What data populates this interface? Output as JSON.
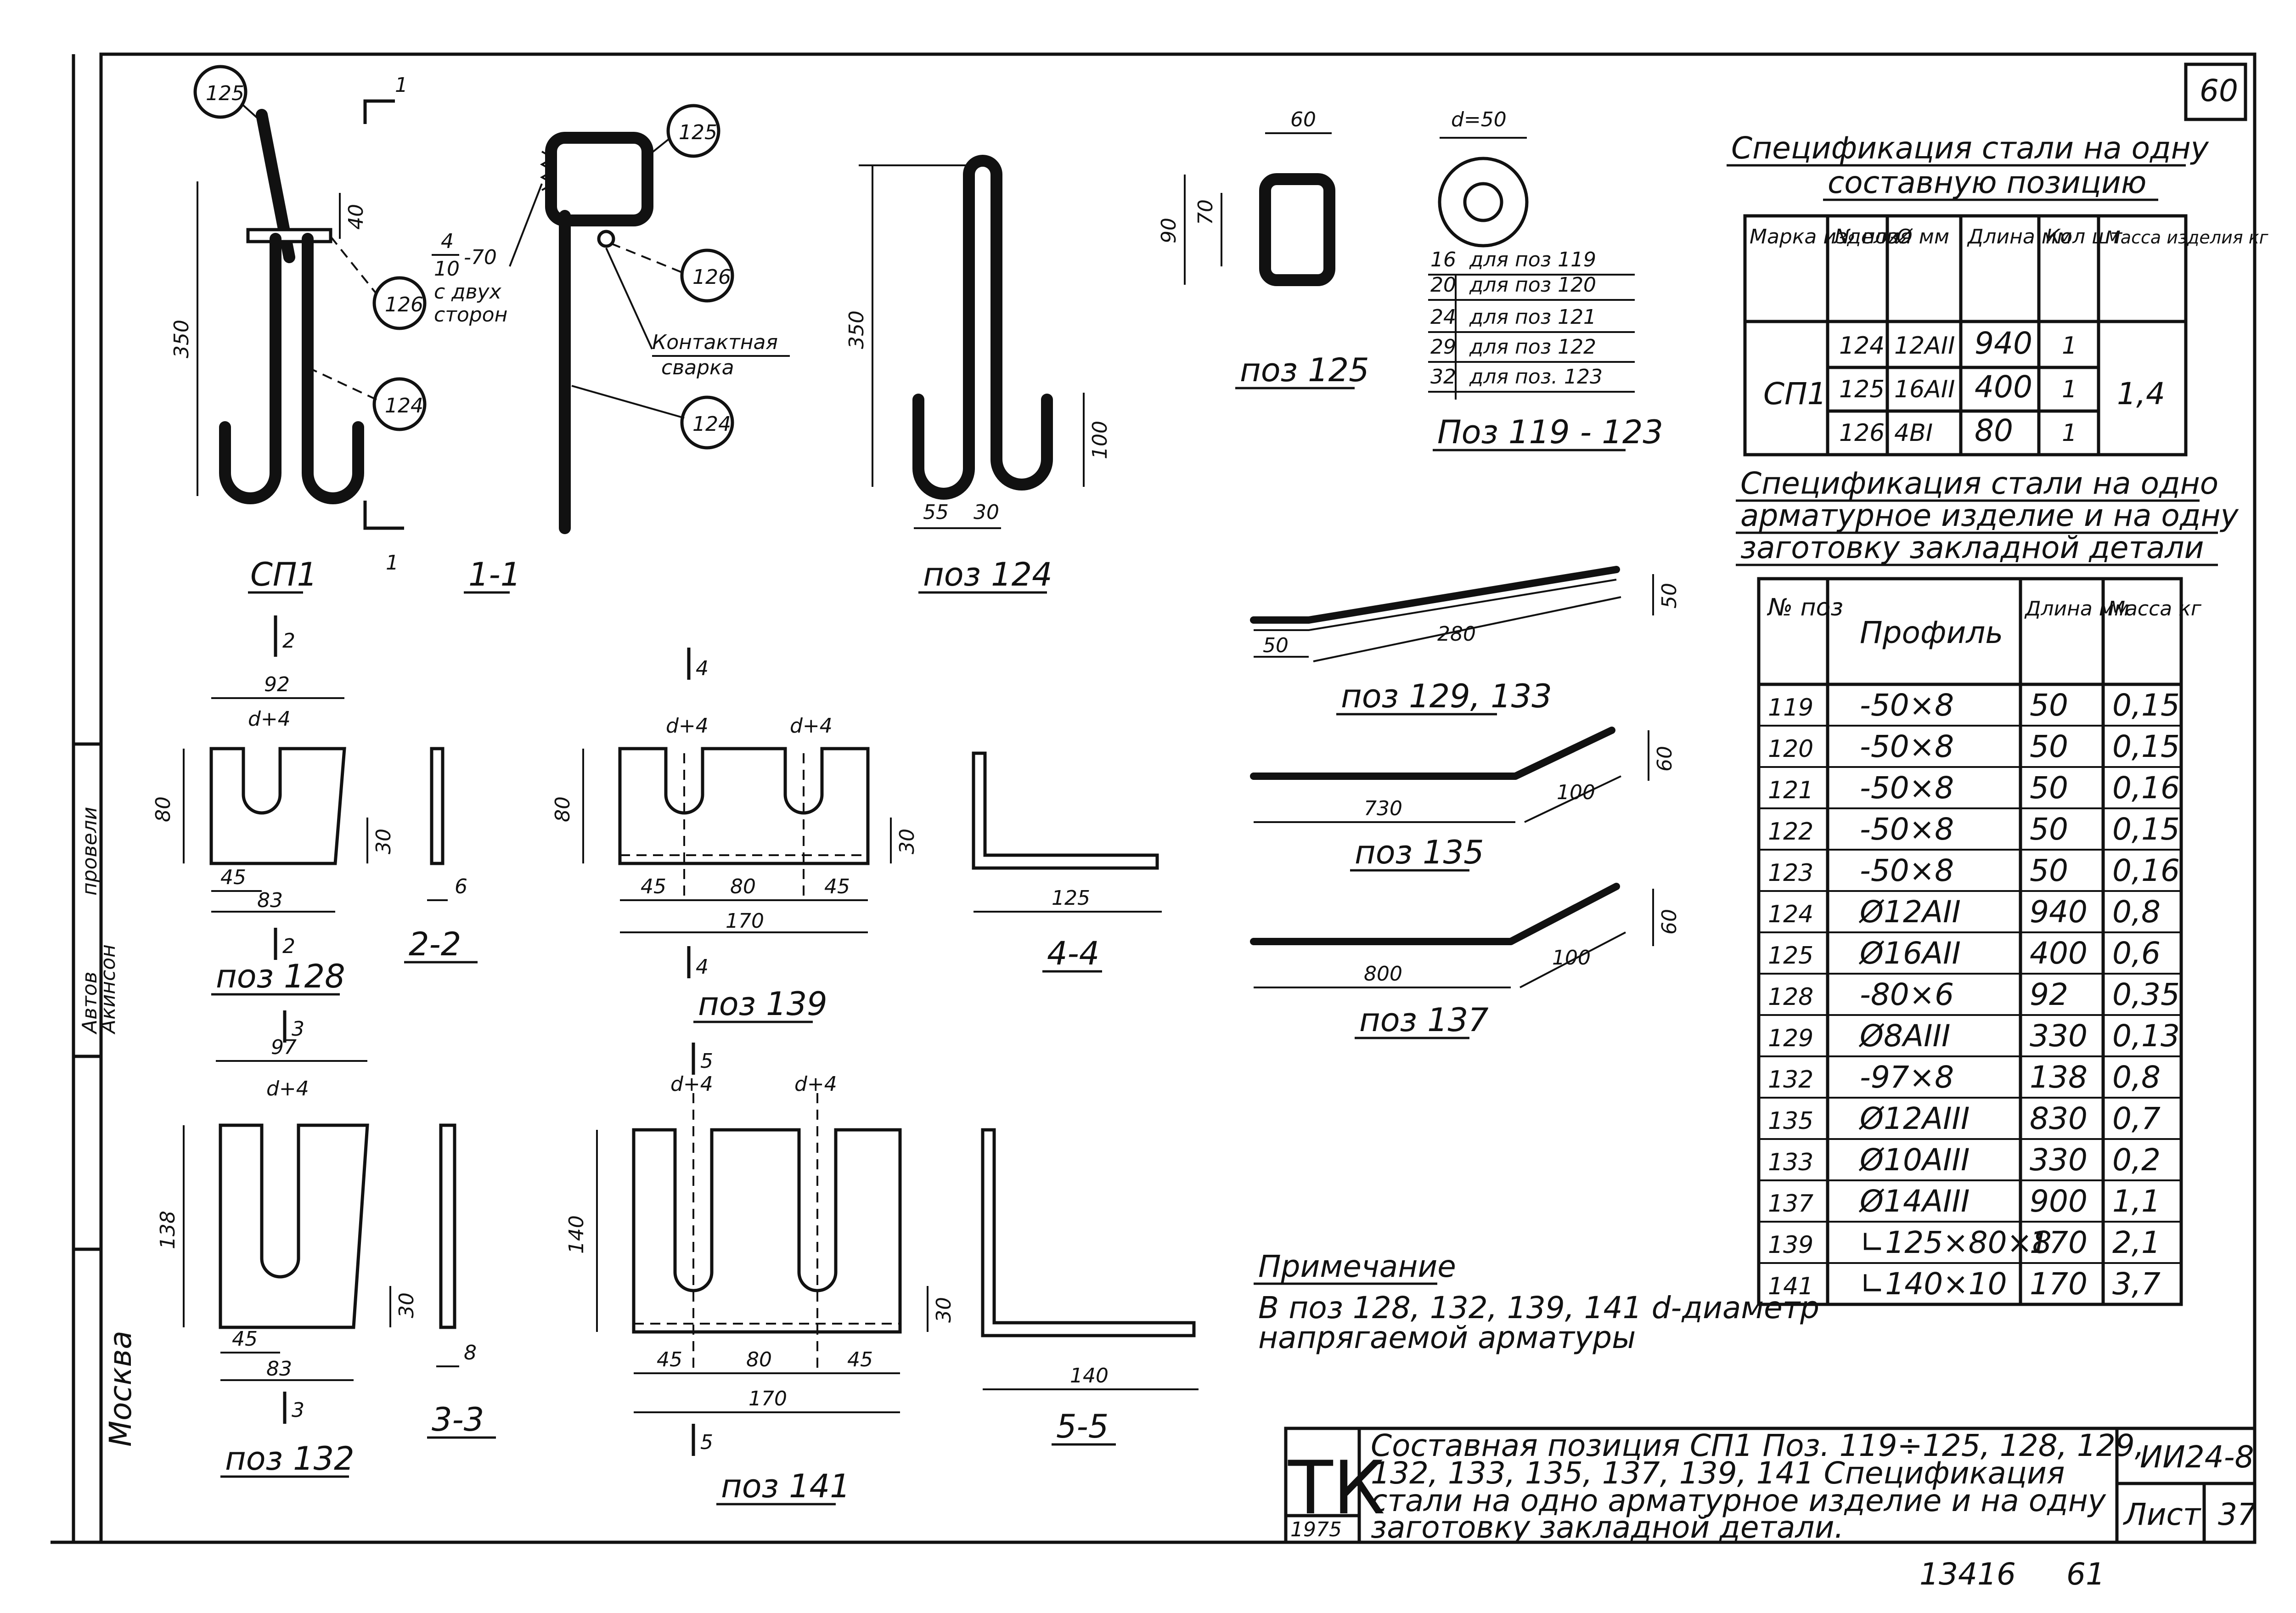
{
  "sheet_number_corner": "60",
  "bottom_numbers": {
    "left": "13416",
    "right": "61"
  },
  "side_stamp": {
    "city": "Москва",
    "lines": [
      "Автов",
      "провели",
      "Акинсон"
    ]
  },
  "views": {
    "sp1": {
      "label": "СП1",
      "positions": [
        "125",
        "126",
        "124"
      ],
      "dim_height": "350",
      "dim_top": "40",
      "cut_mark": "1"
    },
    "sec11": {
      "label": "1-1",
      "positions": [
        "125",
        "126",
        "124"
      ],
      "weld_note_frac_top": "4",
      "weld_note_frac_bottom": "10",
      "weld_note_tail": "-70",
      "weld_note_line2": "с двух",
      "weld_note_line3": "сторон",
      "weld_type_line1": "Контактная",
      "weld_type_line2": "сварка"
    },
    "poz124": {
      "label": "поз 124",
      "dim_height": "350",
      "dim_hook": "100",
      "dim_a": "55",
      "dim_b": "30"
    },
    "poz125": {
      "label": "поз 125",
      "dim_w": "60",
      "dim_h": "90",
      "dim_inner": "70"
    },
    "poz119_123": {
      "label": "Поз 119 - 123",
      "dim_d": "d=50",
      "rows": [
        {
          "d": "16",
          "text": "для поз 119"
        },
        {
          "d": "20",
          "text": "для поз 120"
        },
        {
          "d": "24",
          "text": "для поз 121"
        },
        {
          "d": "29",
          "text": "для поз 122"
        },
        {
          "d": "32",
          "text": "для поз. 123"
        }
      ]
    },
    "poz129_133": {
      "label": "поз 129, 133",
      "dim_a": "50",
      "dim_b": "280",
      "dim_h": "50"
    },
    "poz135": {
      "label": "поз 135",
      "dim_a": "730",
      "dim_b": "100",
      "dim_h": "60"
    },
    "poz137": {
      "label": "поз 137",
      "dim_a": "800",
      "dim_b": "100",
      "dim_h": "60"
    },
    "poz128": {
      "label": "поз 128",
      "cut": "2",
      "dim_top": "92",
      "dim_slot": "d+4",
      "dim_h": "80",
      "dim_s": "30",
      "dim_a": "45",
      "dim_b": "83"
    },
    "sec22": {
      "label": "2-2",
      "dim_t": "6"
    },
    "poz139": {
      "label": "поз 139",
      "cut": "4",
      "dim_slot1": "d+4",
      "dim_slot2": "d+4",
      "dim_h": "80",
      "dim_s": "30",
      "dim_a": "45",
      "dim_b": "80",
      "dim_c": "45",
      "dim_total": "170"
    },
    "sec44": {
      "label": "4-4",
      "dim_w": "125"
    },
    "poz132": {
      "label": "поз 132",
      "cut": "3",
      "dim_top": "97",
      "dim_slot": "d+4",
      "dim_h": "138",
      "dim_s": "30",
      "dim_a": "45",
      "dim_b": "83"
    },
    "sec33": {
      "label": "3-3",
      "dim_t": "8"
    },
    "poz141": {
      "label": "поз 141",
      "cut": "5",
      "dim_slot1": "d+4",
      "dim_slot2": "d+4",
      "dim_h": "140",
      "dim_s": "30",
      "dim_a": "45",
      "dim_b": "80",
      "dim_c": "45",
      "dim_total": "170"
    },
    "sec55": {
      "label": "5-5",
      "dim_w": "140"
    }
  },
  "note": {
    "title": "Примечание",
    "line1": "В поз 128, 132, 139, 141 d-диаметр",
    "line2": "напрягаемой арматуры"
  },
  "spec1": {
    "title_line1": "Спецификация стали на одну",
    "title_line2": "составную позицию",
    "headers": [
      "Марка изделия",
      "№ поз",
      "Ø мм",
      "Длина мм",
      "Кол шт",
      "Масса изделия кг"
    ],
    "mark": "СП1",
    "mass": "1,4",
    "rows": [
      {
        "poz": "124",
        "dia": "12АII",
        "len": "940",
        "qty": "1"
      },
      {
        "poz": "125",
        "dia": "16АII",
        "len": "400",
        "qty": "1"
      },
      {
        "poz": "126",
        "dia": "4BI",
        "len": "80",
        "qty": "1"
      }
    ]
  },
  "spec2": {
    "title_line1": "Спецификация стали на одно",
    "title_line2": "арматурное изделие и на одну",
    "title_line3": "заготовку закладной детали",
    "headers": [
      "№ поз",
      "Профиль",
      "Длина мм",
      "Масса кг"
    ],
    "rows": [
      {
        "poz": "119",
        "profile": "-50×8",
        "len": "50",
        "mass": "0,15"
      },
      {
        "poz": "120",
        "profile": "-50×8",
        "len": "50",
        "mass": "0,15"
      },
      {
        "poz": "121",
        "profile": "-50×8",
        "len": "50",
        "mass": "0,16"
      },
      {
        "poz": "122",
        "profile": "-50×8",
        "len": "50",
        "mass": "0,15"
      },
      {
        "poz": "123",
        "profile": "-50×8",
        "len": "50",
        "mass": "0,16"
      },
      {
        "poz": "124",
        "profile": "Ø12АII",
        "len": "940",
        "mass": "0,8"
      },
      {
        "poz": "125",
        "profile": "Ø16АII",
        "len": "400",
        "mass": "0,6"
      },
      {
        "poz": "128",
        "profile": "-80×6",
        "len": "92",
        "mass": "0,35"
      },
      {
        "poz": "129",
        "profile": "Ø8АIII",
        "len": "330",
        "mass": "0,13"
      },
      {
        "poz": "132",
        "profile": "-97×8",
        "len": "138",
        "mass": "0,8"
      },
      {
        "poz": "135",
        "profile": "Ø12АIII",
        "len": "830",
        "mass": "0,7"
      },
      {
        "poz": "133",
        "profile": "Ø10АIII",
        "len": "330",
        "mass": "0,2"
      },
      {
        "poz": "137",
        "profile": "Ø14АIII",
        "len": "900",
        "mass": "1,1"
      },
      {
        "poz": "139",
        "profile": "∟125×80×8",
        "len": "170",
        "mass": "2,1"
      },
      {
        "poz": "141",
        "profile": "∟140×10",
        "len": "170",
        "mass": "3,7"
      }
    ]
  },
  "title_block": {
    "logo": "ТК",
    "year": "1975",
    "desc_line1": "Составная позиция СП1 Поз. 119÷125, 128, 129,",
    "desc_line2": "132, 133, 135, 137, 139, 141 Спецификация",
    "desc_line3": "стали на одно арматурное изделие и на одну",
    "desc_line4": "заготовку закладной детали.",
    "code": "ИИ24-8",
    "sheet_label": "Лист",
    "sheet_no": "37"
  }
}
